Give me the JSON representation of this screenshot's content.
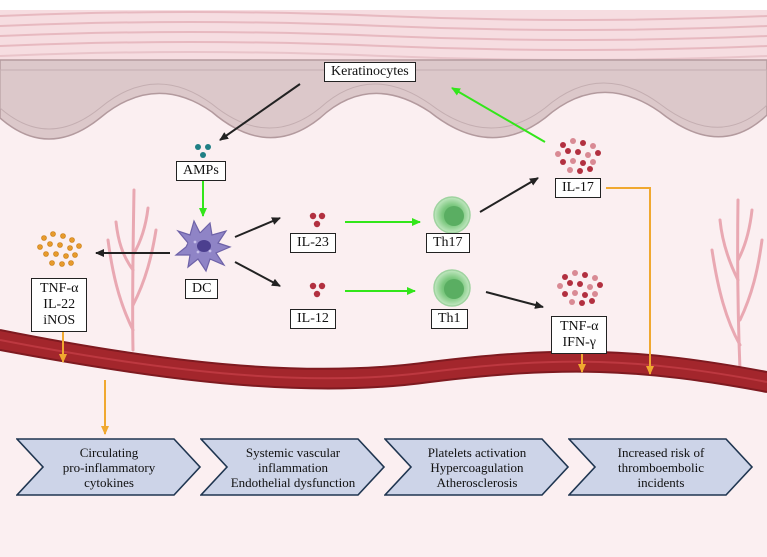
{
  "labels": {
    "keratinocytes": "Keratinocytes",
    "amps": "AMPs",
    "dc": "DC",
    "il23": "IL-23",
    "il12": "IL-12",
    "th17": "Th17",
    "th1": "Th1",
    "il17": "IL-17",
    "dc_cytokines": [
      "TNF-α",
      "IL-22",
      "iNOS"
    ],
    "th1_cytokines": [
      "TNF-α",
      "IFN-γ"
    ]
  },
  "outcomes": [
    [
      "Circulating",
      "pro-inflammatory",
      "cytokines"
    ],
    [
      "Systemic vascular",
      "inflammation",
      "Endothelial dysfunction"
    ],
    [
      "Platelets activation",
      "Hypercoagulation",
      "Atherosclerosis"
    ],
    [
      "Increased risk of",
      "thromboembolic",
      "incidents"
    ]
  ],
  "colors": {
    "background": "#fbeff1",
    "skin": "#f0d6da",
    "vessel": "#a3262c",
    "activation_arrow": "#33e61a",
    "process_arrow": "#222222",
    "systemic_arrow": "#f0a830",
    "chevron_fill": "#cdd4e8",
    "chevron_stroke": "#1f3550",
    "dendritic_cell": "#8f84c6",
    "t_cell": "#7cc87f",
    "cytokine_red": "#b23040",
    "cytokine_orange": "#e79a2c",
    "amp_teal": "#1f7f85"
  },
  "icons": [
    "dendritic-cell-icon",
    "th17-cell-icon",
    "th1-cell-icon",
    "cytokine-cluster-icon",
    "blood-vessel-icon",
    "capillary-icon"
  ]
}
